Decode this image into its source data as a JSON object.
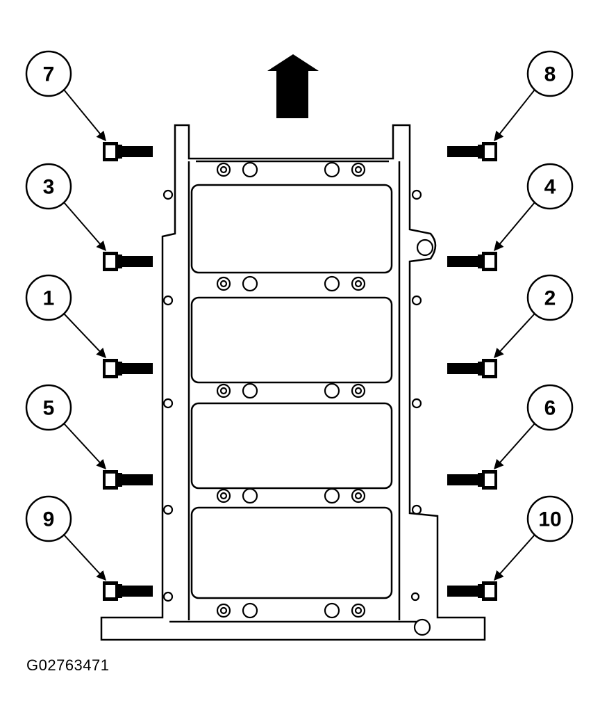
{
  "figure": {
    "id": "G02763471",
    "colors": {
      "ink": "#000000",
      "paper": "#ffffff"
    },
    "icons": [
      "up-arrow-icon",
      "bolt-icon"
    ]
  },
  "callouts": [
    {
      "label": "7",
      "side": "left"
    },
    {
      "label": "8",
      "side": "right"
    },
    {
      "label": "3",
      "side": "left"
    },
    {
      "label": "4",
      "side": "right"
    },
    {
      "label": "1",
      "side": "left"
    },
    {
      "label": "2",
      "side": "right"
    },
    {
      "label": "5",
      "side": "left"
    },
    {
      "label": "6",
      "side": "right"
    },
    {
      "label": "9",
      "side": "left"
    },
    {
      "label": "10",
      "side": "right"
    }
  ]
}
